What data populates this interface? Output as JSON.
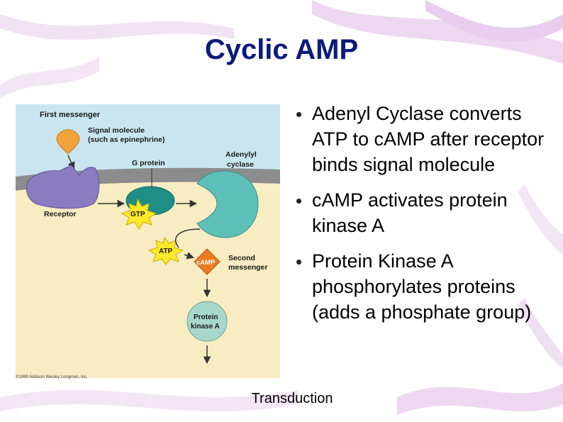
{
  "slide": {
    "title": "Cyclic AMP",
    "footer": "Transduction"
  },
  "bullets": [
    {
      "text": "Adenyl Cyclase converts ATP to cAMP after receptor binds signal molecule"
    },
    {
      "text": "cAMP activates protein kinase A"
    },
    {
      "text": "Protein Kinase A phosphorylates proteins (adds a phosphate group)"
    }
  ],
  "diagram": {
    "first_messenger": "First messenger",
    "signal_molecule_line1": "Signal molecule",
    "signal_molecule_line2": "(such as epinephrine)",
    "g_protein": "G protein",
    "adenylyl_line1": "Adenylyl",
    "adenylyl_line2": "cyclase",
    "receptor": "Receptor",
    "gtp": "GTP",
    "atp": "ATP",
    "camp": "cAMP",
    "second_messenger_line1": "Second",
    "second_messenger_line2": "messenger",
    "pka_line1": "Protein",
    "pka_line2": "kinase A",
    "copyright": "©1999 Addison Wesley Longman, Inc."
  },
  "colors": {
    "title": "#0b1a7a",
    "extracellular": "#c9e6f0",
    "membrane": "#8c8c8c",
    "cytoplasm": "#f7ecc2",
    "receptor": "#8b7bc0",
    "g_protein": "#1e8e86",
    "adenylyl_cyclase": "#5dbfb8",
    "signal_molecule": "#f2a43a",
    "starburst": "#ffe92a",
    "camp": "#ee7b1f",
    "protein_kinase": "#a8d8cc"
  }
}
